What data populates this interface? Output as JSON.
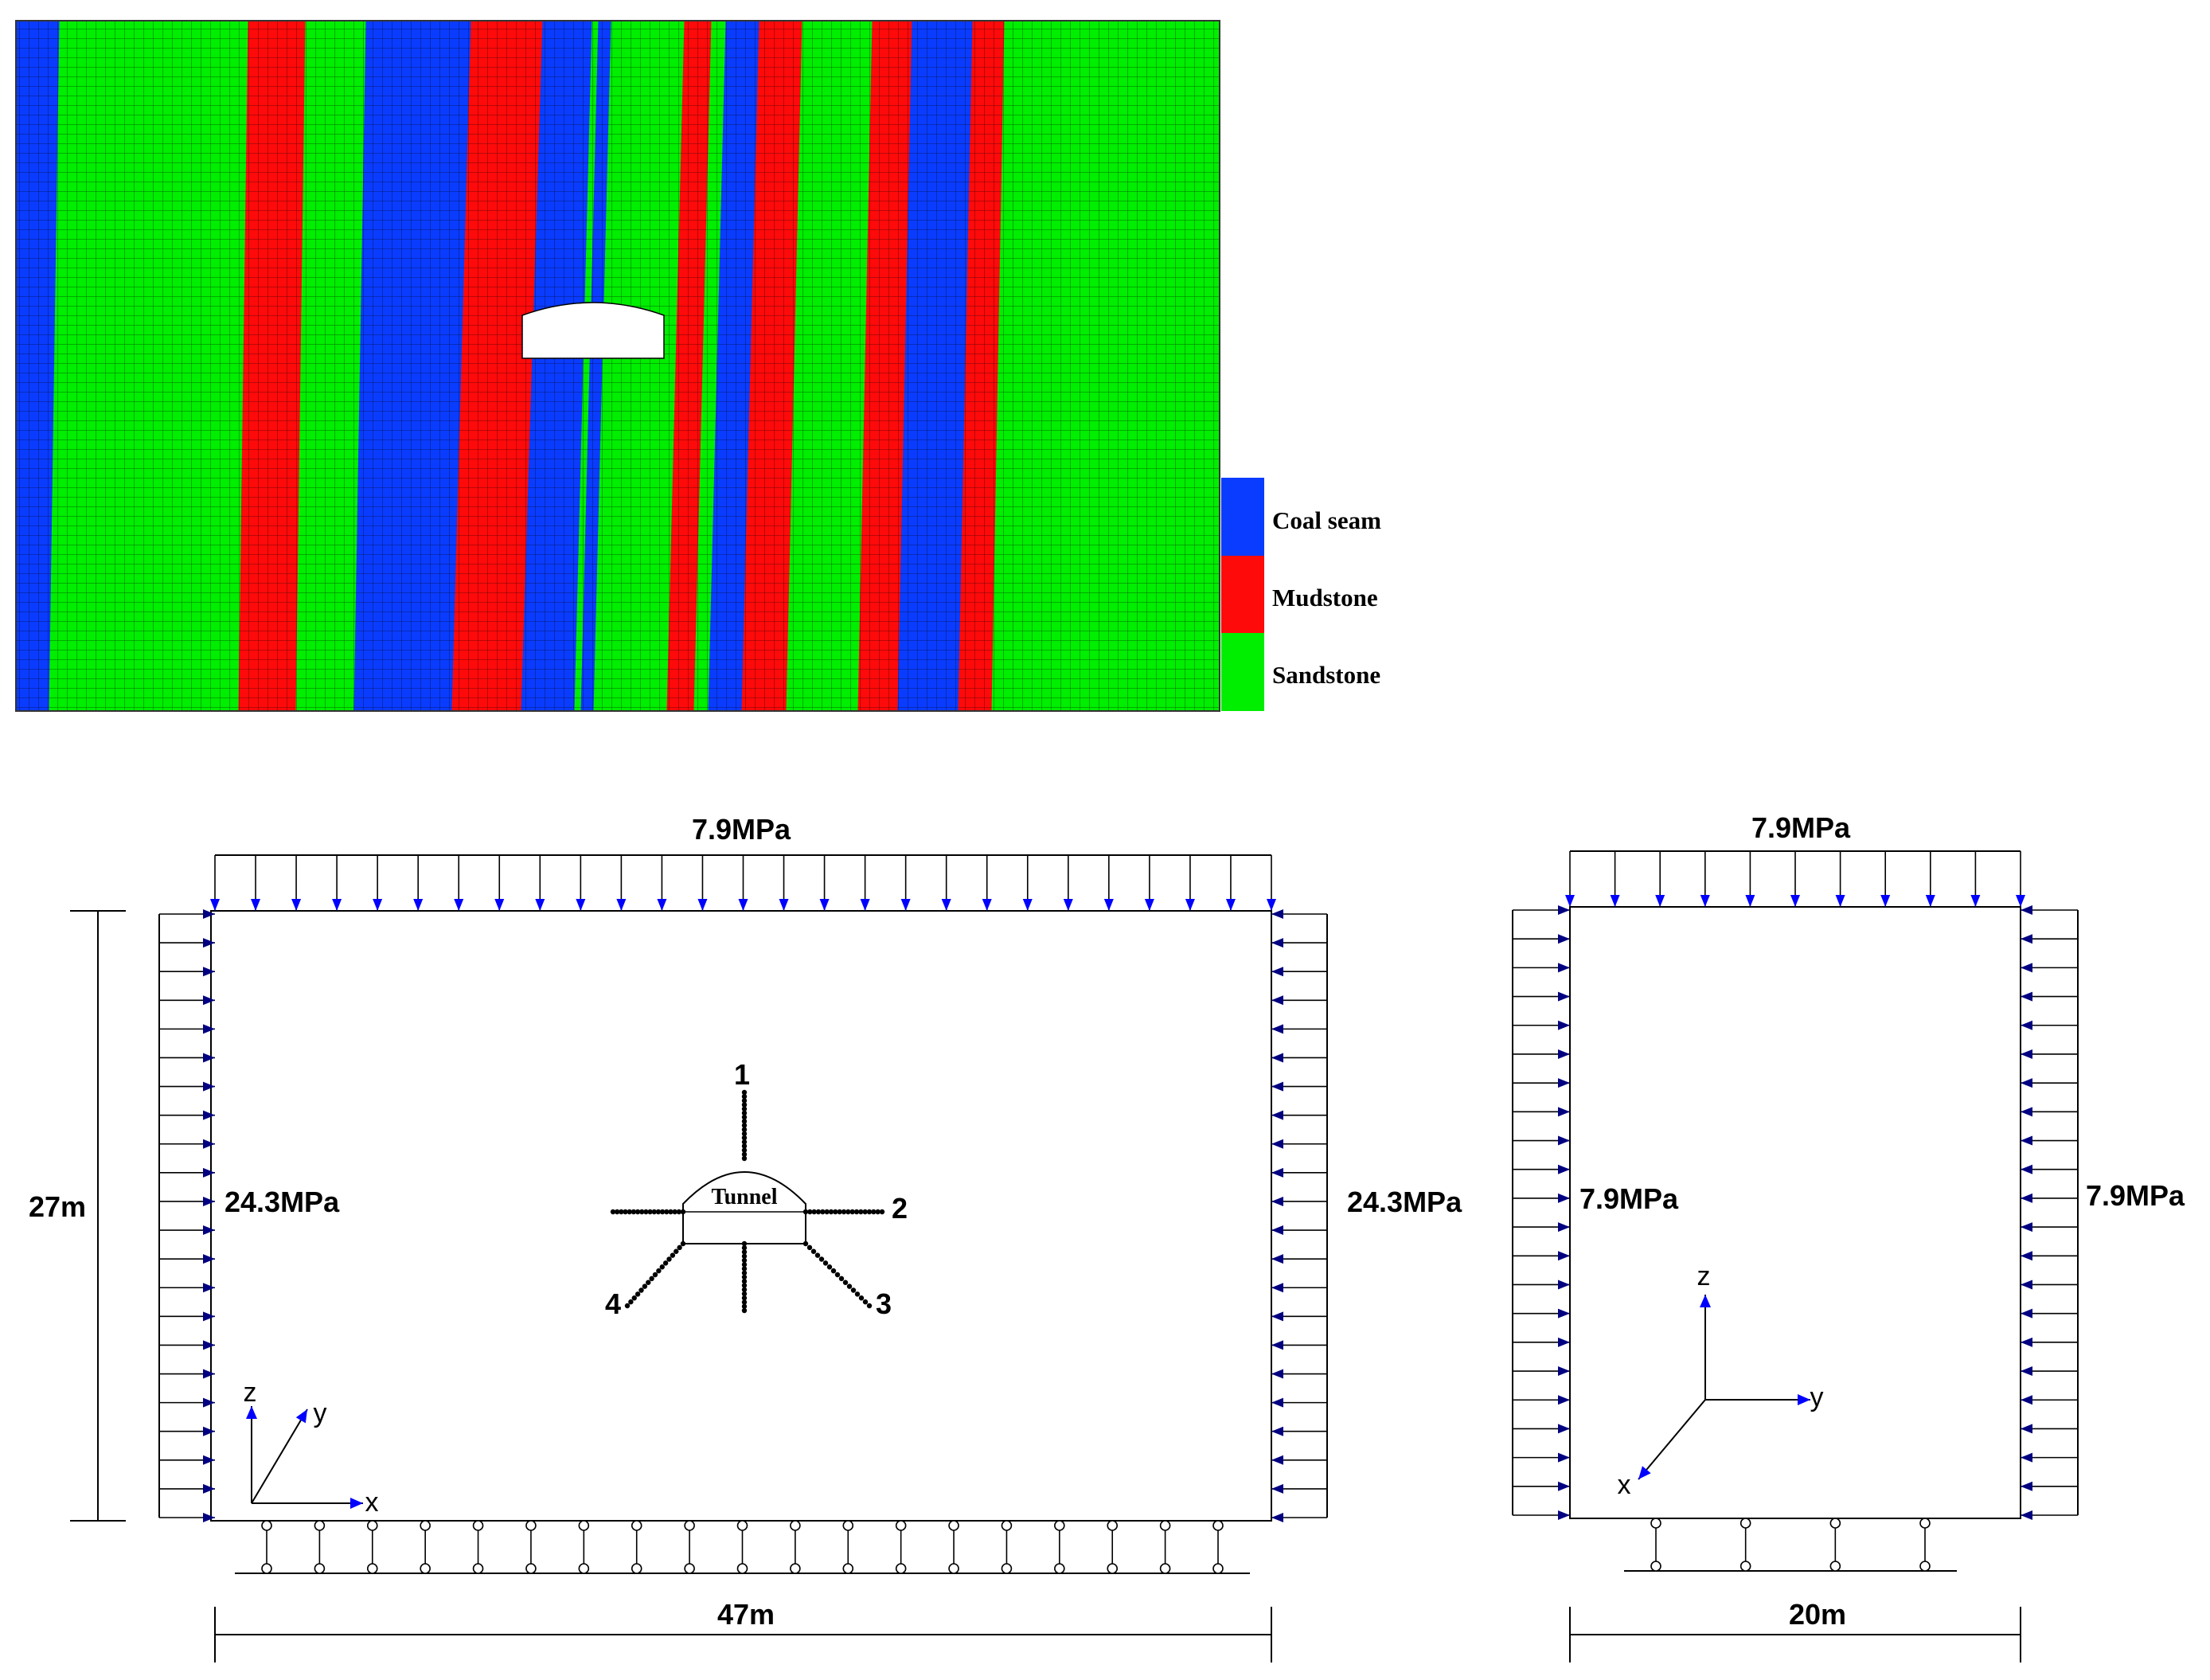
{
  "legend": {
    "items": [
      {
        "label": "Coal seam",
        "color": "#0a3cff"
      },
      {
        "label": "Mudstone",
        "color": "#ff0a0a"
      },
      {
        "label": "Sandstone",
        "color": "#00ee00"
      }
    ]
  },
  "model_a": {
    "top_load": "7.9MPa",
    "left_load": "24.3MPa",
    "right_load": "24.3MPa",
    "height_dim": "27m",
    "width_dim": "47m",
    "tunnel_label": "Tunnel",
    "lines": [
      "1",
      "2",
      "3",
      "4"
    ],
    "axes": [
      "z",
      "y",
      "x"
    ]
  },
  "model_b": {
    "top_load": "7.9MPa",
    "left_load": "7.9MPa",
    "right_load": "7.9MPa",
    "width_dim": "20m",
    "axes": [
      "z",
      "y",
      "x"
    ]
  },
  "colors": {
    "coal": "#0a3cff",
    "mudstone": "#ff0a0a",
    "sandstone": "#00ee00",
    "arrow_blue": "#0000ff",
    "arrow_navy": "#000080"
  }
}
